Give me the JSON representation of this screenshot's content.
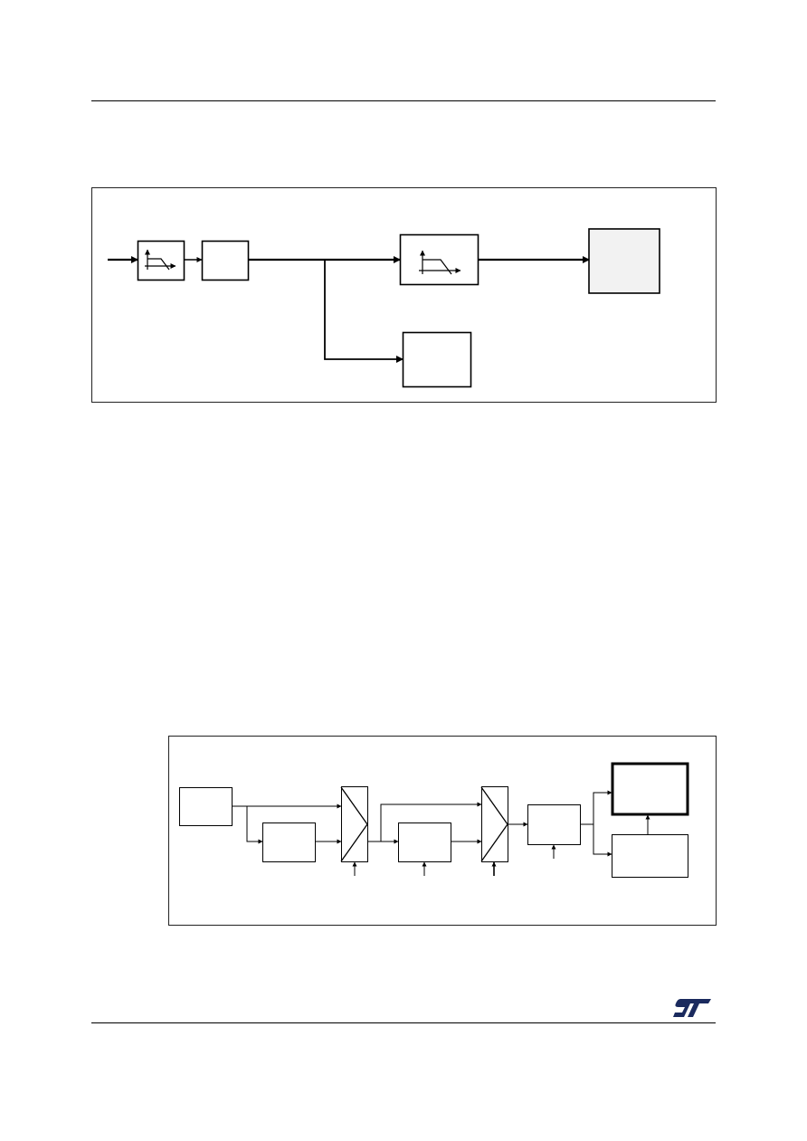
{
  "page": {
    "header_rule": true,
    "footer_rule": true
  },
  "diagram_top": {
    "blocks": [
      {
        "id": "input-filter",
        "icon": "lowpass-filter-icon"
      },
      {
        "id": "block-2"
      },
      {
        "id": "filter-2",
        "icon": "lowpass-filter-icon"
      },
      {
        "id": "output-block",
        "fill": "#f2f2f2"
      },
      {
        "id": "branch-block"
      }
    ]
  },
  "diagram_bottom": {
    "blocks": [
      {
        "id": "source-block"
      },
      {
        "id": "block-b"
      },
      {
        "id": "mux-1",
        "icon": "multiplexer-icon"
      },
      {
        "id": "block-c"
      },
      {
        "id": "mux-2",
        "icon": "multiplexer-icon"
      },
      {
        "id": "block-d"
      },
      {
        "id": "output-bold-block"
      },
      {
        "id": "output-block-2"
      }
    ]
  },
  "logo": {
    "icon": "st-logo-icon",
    "color": "#1a2a5e"
  }
}
